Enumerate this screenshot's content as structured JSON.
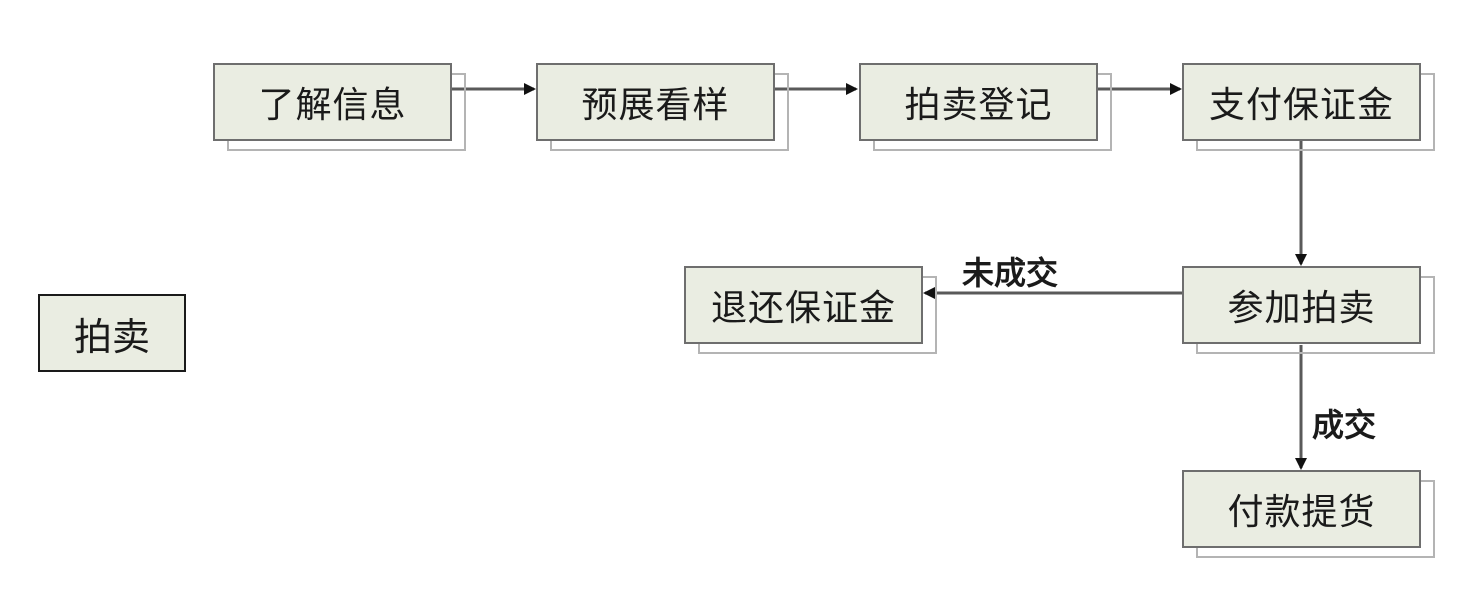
{
  "title": "拍卖",
  "nodes": {
    "understand_info": "了解信息",
    "preview": "预展看样",
    "register": "拍卖登记",
    "pay_deposit": "支付保证金",
    "attend": "参加拍卖",
    "refund_deposit": "退还保证金",
    "pay_pickup": "付款提货"
  },
  "edges": {
    "not_sold": "未成交",
    "sold": "成交"
  },
  "colors": {
    "box_fill": "#eaede2",
    "box_border": "#6e6e6e",
    "shadow_border": "#b4b4b4",
    "arrow": "#5a5a5a",
    "arrow_head": "#111111"
  }
}
